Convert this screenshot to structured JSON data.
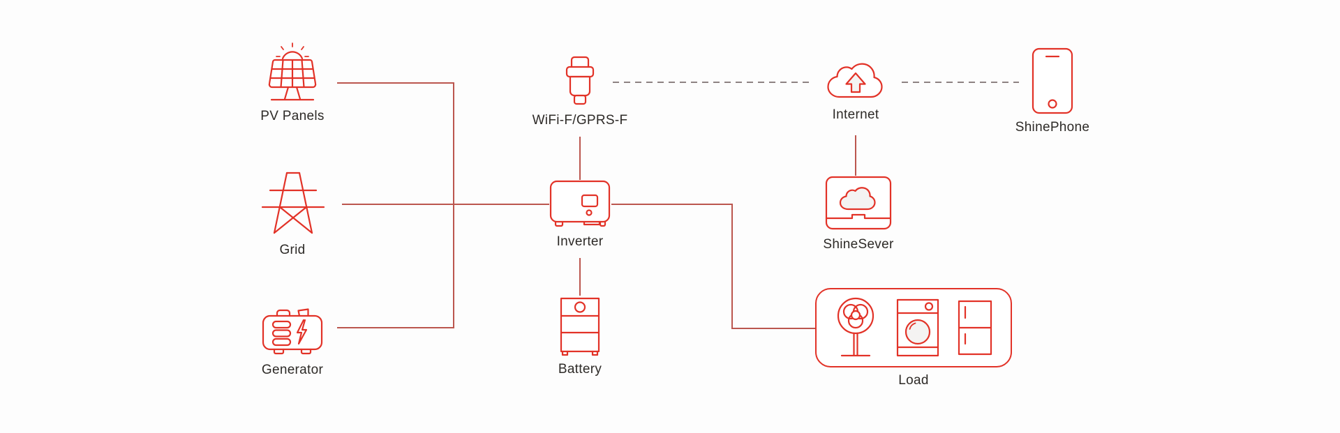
{
  "diagram": {
    "nodes": {
      "pv": {
        "label": "PV Panels",
        "icon": "solar-panel-icon"
      },
      "grid": {
        "label": "Grid",
        "icon": "transmission-tower-icon"
      },
      "generator": {
        "label": "Generator",
        "icon": "generator-icon"
      },
      "wifi": {
        "label": "WiFi-F/GPRS-F",
        "icon": "wifi-dongle-icon"
      },
      "inverter": {
        "label": "Inverter",
        "icon": "inverter-icon"
      },
      "battery": {
        "label": "Battery",
        "icon": "battery-icon"
      },
      "internet": {
        "label": "Internet",
        "icon": "cloud-upload-icon"
      },
      "shinesever": {
        "label": "ShineSever",
        "icon": "laptop-cloud-icon"
      },
      "shinephone": {
        "label": "ShinePhone",
        "icon": "smartphone-icon"
      },
      "load": {
        "label": "Load",
        "icon": "appliances-icon"
      }
    },
    "connections": [
      {
        "from": "pv",
        "to": "inverter",
        "style": "solid"
      },
      {
        "from": "grid",
        "to": "inverter",
        "style": "solid"
      },
      {
        "from": "generator",
        "to": "inverter",
        "style": "solid"
      },
      {
        "from": "wifi",
        "to": "inverter",
        "style": "solid"
      },
      {
        "from": "inverter",
        "to": "battery",
        "style": "solid"
      },
      {
        "from": "inverter",
        "to": "load",
        "style": "solid"
      },
      {
        "from": "wifi",
        "to": "internet",
        "style": "dashed"
      },
      {
        "from": "internet",
        "to": "shinephone",
        "style": "dashed"
      },
      {
        "from": "internet",
        "to": "shinesever",
        "style": "solid"
      }
    ],
    "colors": {
      "icon_red": "#e23227",
      "connector_red": "#bb564e",
      "dash_gray": "#8d8282",
      "label_text": "#2d2a27",
      "background": "#fdfdfd"
    }
  }
}
